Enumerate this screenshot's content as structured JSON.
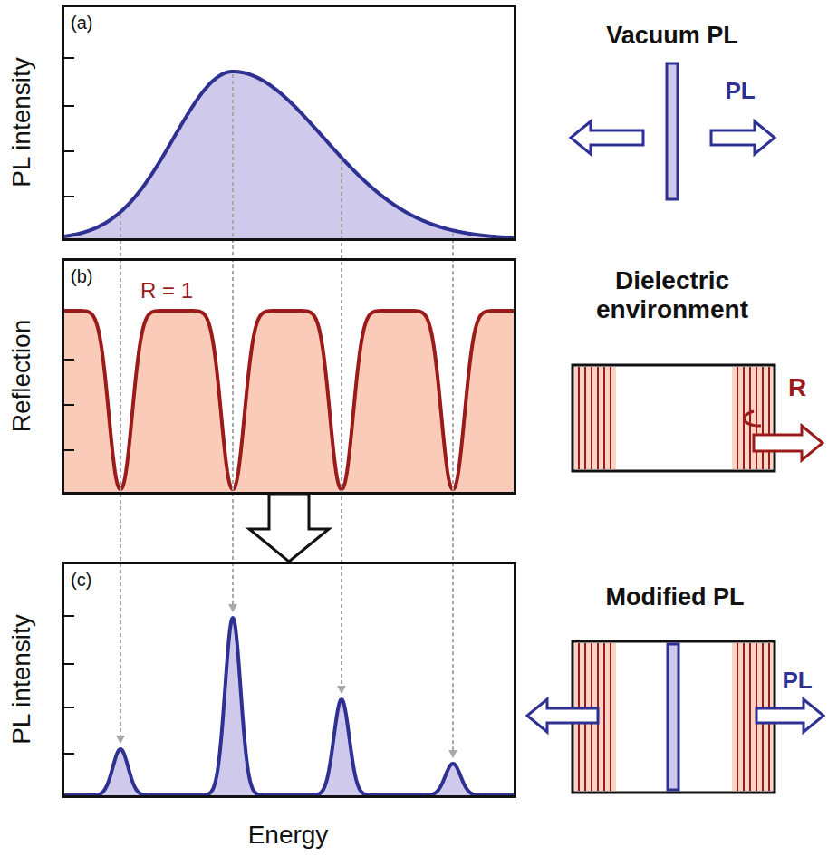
{
  "diagram": {
    "nodes": [
      {
        "text": [
          "(a)"
        ]
      },
      {
        "text": [
          "(b)",
          "R = 1"
        ]
      },
      {
        "text": [
          "(c)"
        ]
      }
    ],
    "edges": [
      {
        "from": 1,
        "to": 2,
        "arrow": "to"
      }
    ],
    "labels": [
      "PL intensity",
      "Reflection",
      "PL intensity",
      "Energy",
      "Vacuum PL",
      "PL",
      "Dielectric environment",
      "R",
      "Modified PL",
      "PL"
    ]
  }
}
